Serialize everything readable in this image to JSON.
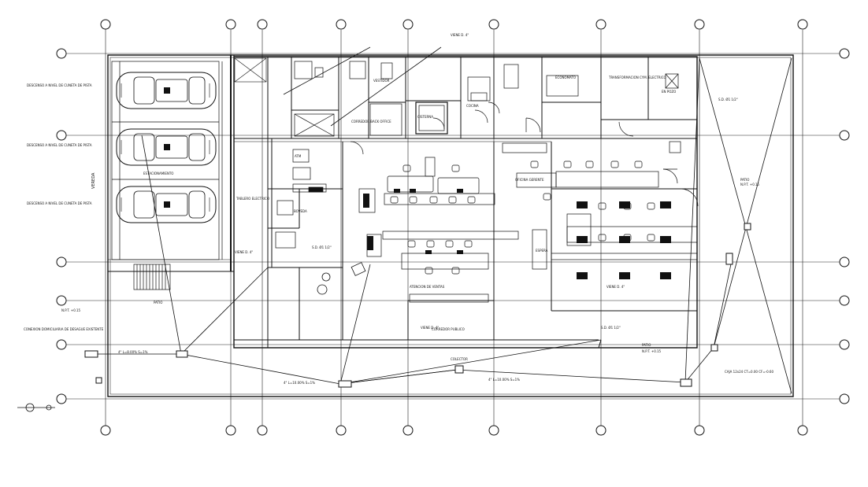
{
  "labels": {
    "ramp_top": "DESCENSO A NIVEL DE CUNETA DE PISTA",
    "ramp_mid": "DESCENSO A NIVEL DE CUNETA DE PISTA",
    "ramp_bottom": "DESCENSO A NIVEL DE CUNETA DE PISTA",
    "vereda": "VEREDA",
    "estacionamiento": "ESTACIONAMIENTO",
    "atm": "ATM",
    "boveda": "BOVEDA",
    "ofic_gerente": "OFICINA GERENTE",
    "espera": "ESPERA",
    "area_ventas": "ATENCION DE VENTAS",
    "corredor_publico": "CORREDOR PUBLICO",
    "back_office": "CORREDOR BACK OFFICE",
    "cisterna": "CISTERNA",
    "economato": "ECONOMATO",
    "transformacion": "TRANSFORMACION CYM. ELECTRICO",
    "en_pozo": "EN POZO",
    "patio_right": "PATIO",
    "patio_left": "PATIO",
    "patio_bottom": "PATIO",
    "tablero": "TABLERO ELECTRICO",
    "desague": "CONEXION DOMICILIARIA DE DESAGUE EXISTENTE",
    "colector": "COLECTOR",
    "vestidor": "VESTIDOR",
    "cocina": "COCINA"
  },
  "callouts": {
    "viene_top": "VIENE D. 4\"",
    "viene_mid": "VIENE D. 4\"",
    "viene_low": "VIENE D. 4\"",
    "viene_right": "VIENE D. 4\"",
    "sd_1": "S.D. Ø1 1/2\"",
    "sd_2": "S.D. Ø1 1/2\"",
    "sd_3": "S.D. Ø1 1/2\"",
    "pipe_main": "4\" L=10.00% S=1%",
    "pipe_left": "4\" L=8.00% S=1%",
    "pipe_bottom": "4\" L=10.00% S=1%",
    "nivel_1": "N.P.T. +0.15",
    "nivel_2": "N.P.T. +0.15",
    "nivel_3": "N.P.T. +0.15",
    "cajas": "CAJA 12x24 CT=0.00 CF=-0.60"
  },
  "colors": {
    "line": "#1a1a1a",
    "paper": "#ffffff"
  }
}
